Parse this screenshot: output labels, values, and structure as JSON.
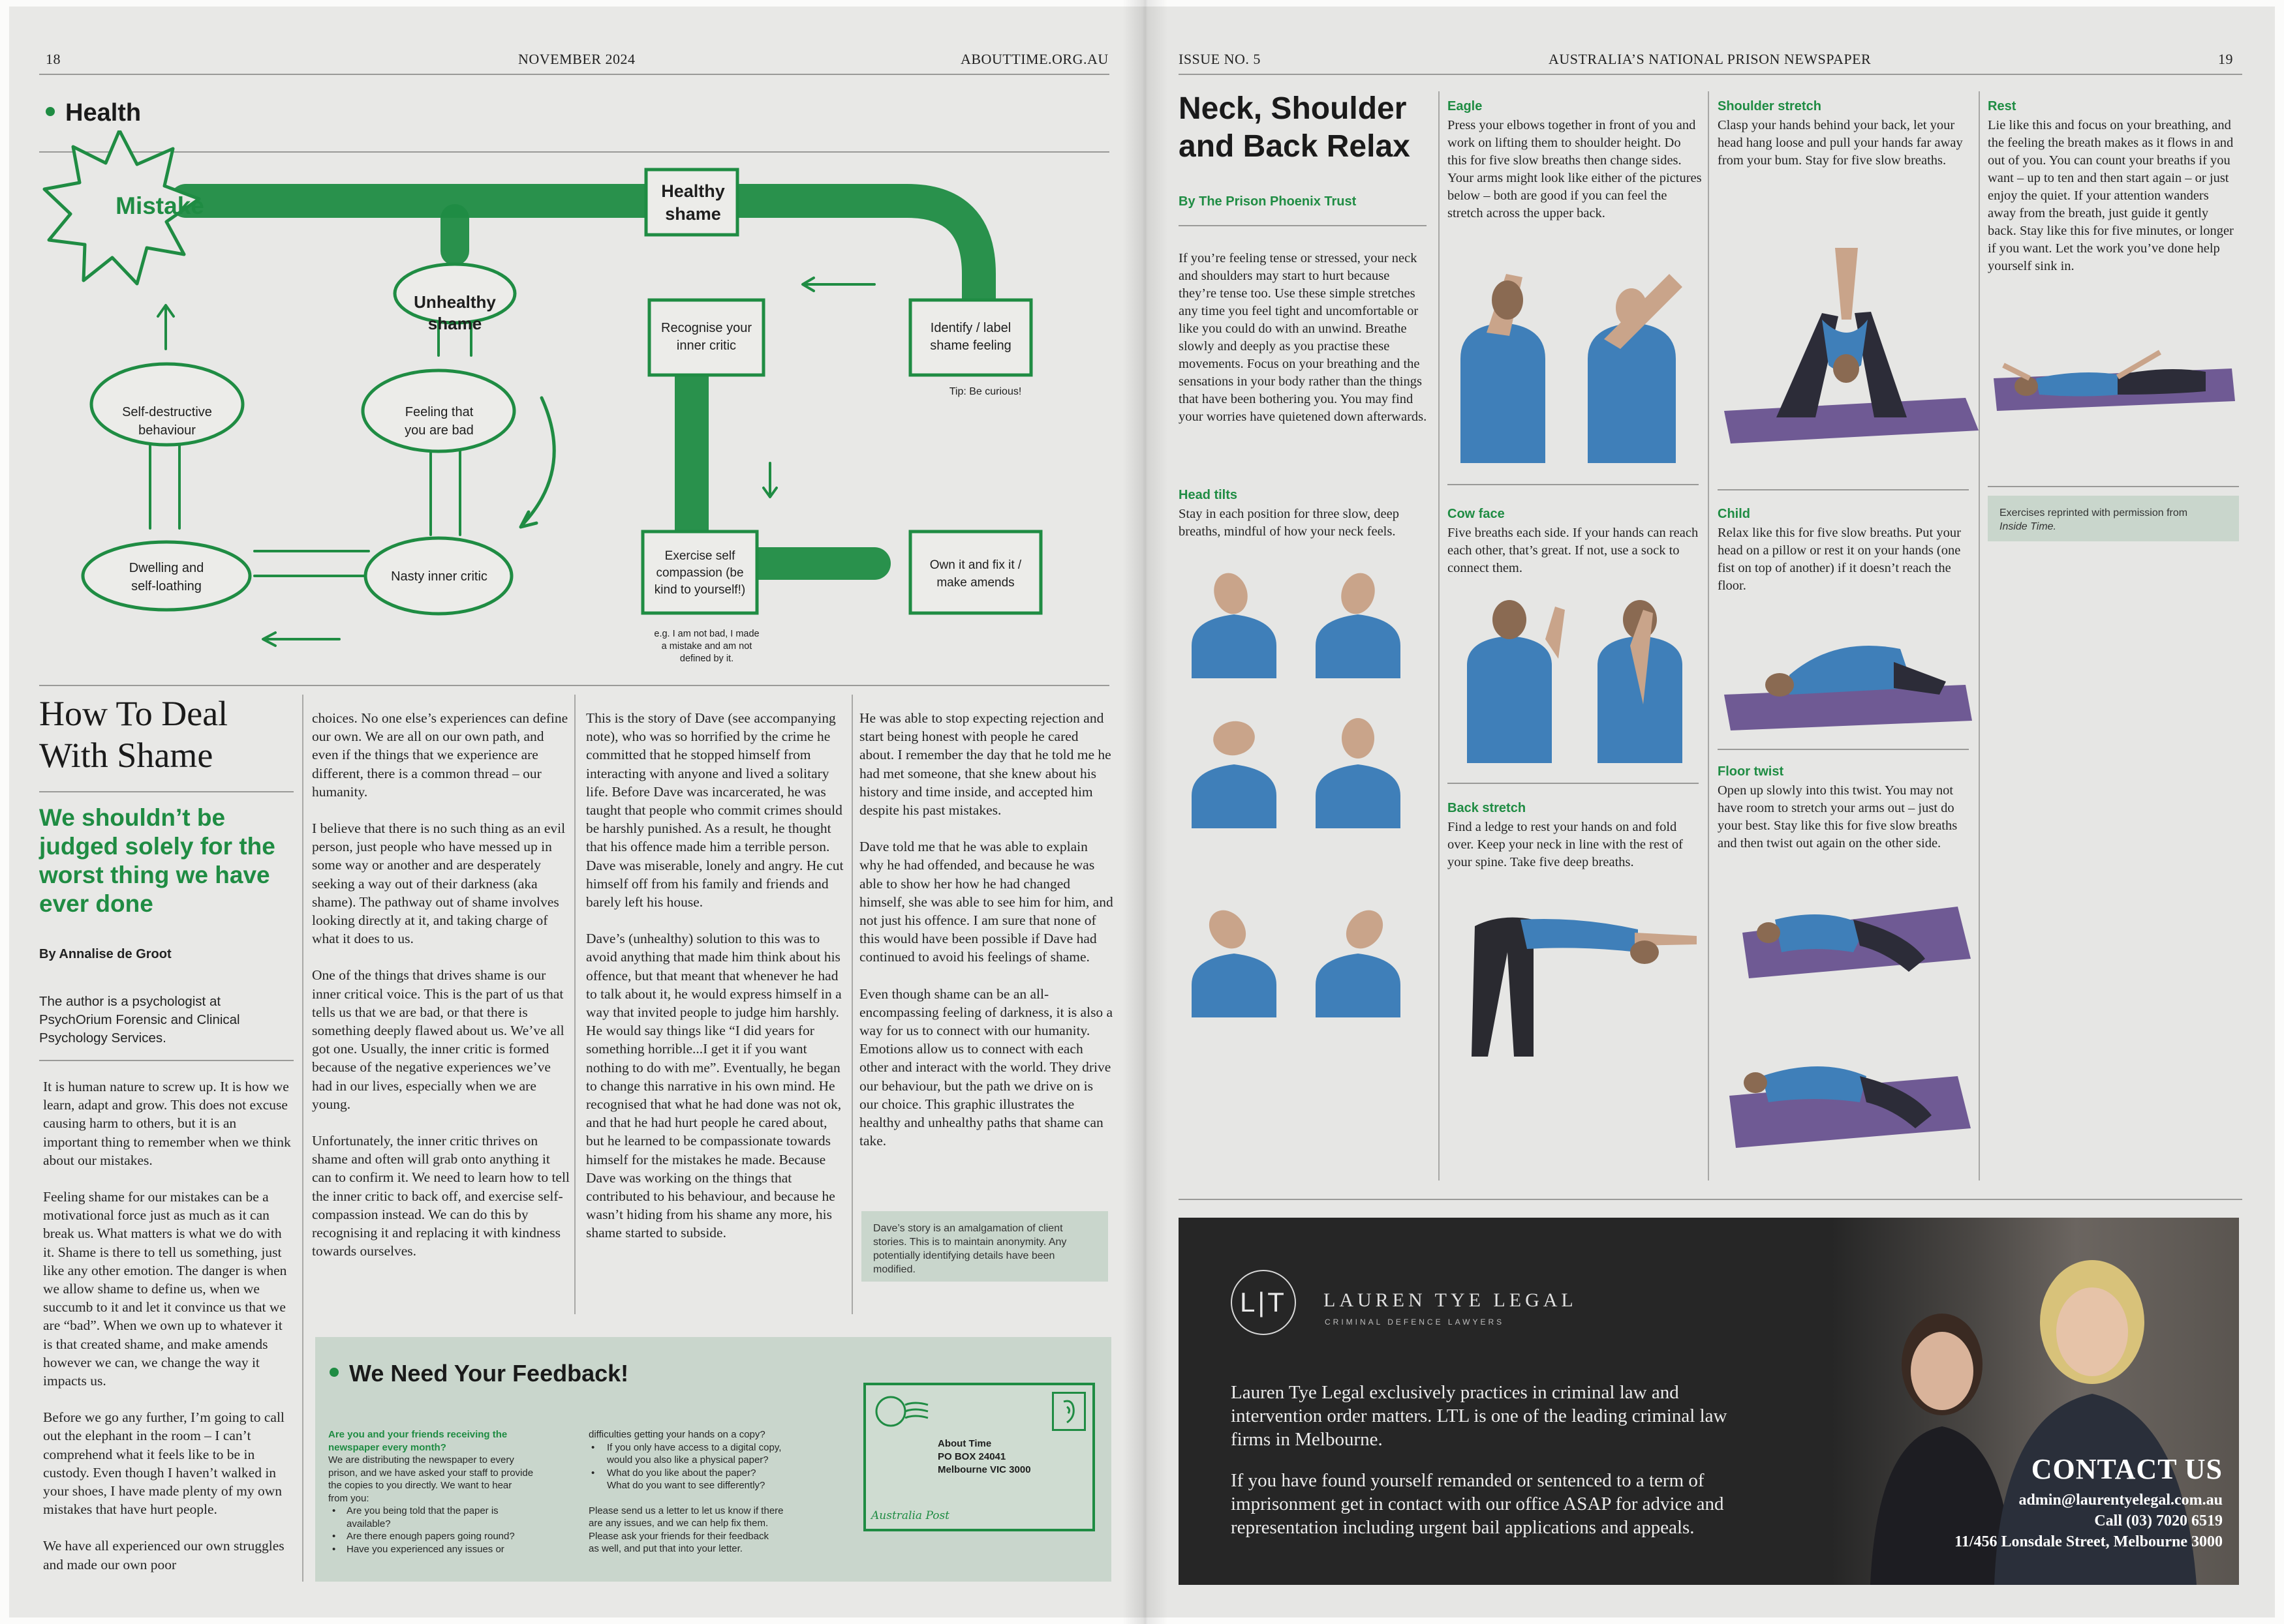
{
  "left_page": {
    "page_number": "18",
    "date": "NOVEMBER 2024",
    "website": "ABOUTTIME.ORG.AU",
    "section": "Health",
    "diagram": {
      "nodes": {
        "mistake": "Mistake",
        "healthy_shame": [
          "Healthy",
          "shame"
        ],
        "unhealthy_shame": [
          "Unhealthy",
          "shame"
        ],
        "self_destructive": [
          "Self-destructive",
          "behaviour"
        ],
        "feeling_bad": [
          "Feeling that",
          "you are bad"
        ],
        "dwelling": [
          "Dwelling and",
          "self-loathing"
        ],
        "nasty_critic": "Nasty inner critic",
        "recognise": [
          "Recognise your",
          "inner critic"
        ],
        "identify": [
          "Identify / label",
          "shame feeling"
        ],
        "tip": "Tip: Be curious!",
        "self_compassion": [
          "Exercise self",
          "compassion (be",
          "kind to yourself!)"
        ],
        "own_it": [
          "Own it and fix it /",
          "make amends"
        ],
        "example": [
          "e.g. I am not bad, I made",
          "a  mistake  and  am  not",
          "defined by it."
        ]
      }
    },
    "article": {
      "headline": [
        "How To Deal",
        "With Shame"
      ],
      "deck": [
        "We shouldn’t be",
        "judged solely for the",
        "worst thing we have",
        "ever done"
      ],
      "byline": "By Annalise de Groot",
      "author_note": [
        "The author is a psychologist at",
        "PsychOrium Forensic and Clinical",
        "Psychology Services."
      ],
      "col1": [
        "It is human nature to screw up. It is how we learn, adapt and grow. This does not excuse causing harm to others, but it is an important thing to remember when we think about our mistakes.",
        "Feeling shame for our mistakes can be a motivational force just as much as it can break us. What matters is what we do with it. Shame is there to tell us something, just like any other emotion. The danger is when we allow shame to define us, when we succumb to it and let it convince us that we are “bad”. When we own up to whatever it is that created shame, and make amends however we can, we change the way it impacts us.",
        "Before we go any further, I’m going to call out the elephant in the room – I can’t comprehend what it feels like to be in custody. Even though I haven’t walked in your shoes, I have made plenty of my own mistakes that have hurt people.",
        "We have all experienced our own struggles and made our own poor"
      ],
      "col2": [
        "choices. No one else’s experiences can define our own. We are all on our own path, and even if the things that we experience are different, there is a common thread – our humanity.",
        "I believe that there is no such thing as an evil person, just people who have messed up in some way or another and are desperately seeking a way out of their darkness (aka shame). The pathway out of shame involves looking directly at it, and taking charge of what it does to us.",
        "One of the things that drives shame is our inner critical voice. This is the part of us that tells us that we are bad, or that there is something deeply flawed about us. We’ve all got one. Usually, the inner critic is formed because of the negative experiences we’ve had in our lives, especially when we are young.",
        "Unfortunately, the inner critic thrives on shame and often will grab onto anything it can to confirm it. We need to learn how to tell the inner critic to back off, and exercise self-compassion instead. We can do this by recognising it and replacing it with kindness towards ourselves."
      ],
      "col3": [
        "This is the story of Dave (see accompanying note), who was so horrified by the crime he committed that he stopped himself from interacting with anyone and lived a solitary life. Before Dave was incarcerated, he was taught that people who commit crimes should be harshly punished. As a result, he thought that his offence made him a terrible person. Dave was miserable, lonely and angry. He cut himself off from his family and friends and barely left his house.",
        "Dave’s (unhealthy) solution to this was to avoid anything that made him think about his offence, but that meant that whenever he had to talk about it, he would express himself in a way that invited people to judge him harshly. He would say things like “I did years for something horrible...I get it if you want nothing to do with me”. Eventually, he began to change this narrative in his own mind. He recognised that what he had done was not ok, and that he had hurt people he cared about, but he learned to be compassionate towards himself for the mistakes he made. Because Dave was working on the things that contributed to his behaviour, and because he wasn’t hiding from his shame any more, his shame started to subside."
      ],
      "col4": [
        "He was able to stop expecting rejection and start being honest with people he cared about. I remember the day that he told me he had met someone, that she knew about his history and time inside, and accepted him despite his past mistakes.",
        "Dave told me that he was able to explain why he had offended, and because he was able to show her how he had changed himself, she was able to see him for him, and not just his offence. I am sure that none of this would have been possible if Dave had continued to avoid his feelings of shame.",
        "Even though shame can be an all-encompassing feeling of darkness, it is also a way for us to connect with our humanity. Emotions allow us to connect with each other and interact with the world. They drive our behaviour, but the path we drive on is our choice. This graphic illustrates the healthy and unhealthy paths that shame can take."
      ],
      "dave_note": [
        "Dave’s story is an amalgamation of client",
        "stories. This is to maintain anonymity. Any",
        "potentially identifying details have been",
        "modified."
      ]
    },
    "feedback": {
      "title": "We Need Your Feedback!",
      "lead": [
        "Are you and your friends receiving the",
        "newspaper every month?"
      ],
      "intro": [
        "We are distributing the newspaper to every",
        "prison, and we have asked your staff to provide",
        "the copies to you directly. We want to hear",
        "from you:"
      ],
      "bullets_a": [
        "Are you being told that the paper is",
        "available?"
      ],
      "bullets_b": "Are there enough papers going round?",
      "bullets_c": "Have you experienced any issues or",
      "col2_first": "difficulties getting your hands on a copy?",
      "bullets_d": [
        "If you only have access to a digital copy,",
        "would you also like a physical paper?"
      ],
      "bullets_e": "What do you like about the paper?",
      "sub_e": "What do you want to see differently?",
      "closing": [
        "Please send us a letter to let us know if there",
        "are any issues, and we can help fix them.",
        "Please ask your friends for their feedback",
        "as well, and put that into your letter."
      ],
      "address": [
        "About Time",
        "PO BOX 24041",
        "Melbourne VIC 3000"
      ],
      "stamp_text": "Australia Post"
    }
  },
  "right_page": {
    "issue": "ISSUE NO. 5",
    "masthead": "AUSTRALIA’S NATIONAL PRISON NEWSPAPER",
    "page_number": "19",
    "headline": [
      "Neck, Shoulder",
      "and Back Relax"
    ],
    "byline": "By The Prison Phoenix Trust",
    "intro": "If you’re feeling tense or stressed, your neck and shoulders may start to hurt because they’re tense too. Use these simple stretches any time you feel tight and uncomfortable or like you could do with an unwind. Breathe slowly and deeply as you practise these movements. Focus on your breathing and the sensations in your body rather than the things that have been bothering you. You may find your worries have quietened down afterwards.",
    "exercises": {
      "head_tilts": {
        "title": "Head tilts",
        "text": "Stay in each position for three slow, deep breaths, mindful of how your neck feels."
      },
      "eagle": {
        "title": "Eagle",
        "text": "Press your elbows together in front of you and work on lifting them to shoulder height. Do this for five slow breaths then change sides. Your arms might look like either of the pictures below – both are good if you can feel the stretch across the upper back."
      },
      "cow_face": {
        "title": "Cow face",
        "text": "Five breaths each side. If your hands can reach each other, that’s great. If not, use a sock to connect them."
      },
      "back_stretch": {
        "title": "Back stretch",
        "text": "Find a ledge to rest your hands on and fold over. Keep your neck in line with the rest of your spine. Take five deep breaths."
      },
      "shoulder_stretch": {
        "title": "Shoulder stretch",
        "text": "Clasp your hands behind your back, let your head hang loose and pull your hands far away from your bum. Stay for five slow breaths."
      },
      "child": {
        "title": "Child",
        "text": "Relax like this for five slow breaths. Put your head on a pillow or rest it on your hands (one fist on top of another) if it doesn’t reach the floor."
      },
      "floor_twist": {
        "title": "Floor twist",
        "text": "Open up slowly into this twist. You may not have room to stretch your arms out – just do your best. Stay like this for five slow breaths and then twist out again on the other side."
      },
      "rest": {
        "title": "Rest",
        "text": "Lie like this and focus on your breathing, and the feeling the breath makes as it flows in and out of you. You can count your breaths if you want – up to ten and then start again – or just enjoy the quiet. If your attention wanders away from the breath, just guide it gently back. Stay like this for five minutes, or longer if you want. Let the work you’ve done help yourself sink in."
      }
    },
    "permission_note": [
      "Exercises reprinted with permission from",
      "Inside Time."
    ],
    "ad": {
      "logo_letters": "L|T",
      "firm": "LAUREN TYE LEGAL",
      "tagline": "CRIMINAL DEFENCE LAWYERS",
      "para1": [
        "Lauren Tye Legal exclusively practices in criminal law and",
        "intervention order matters. LTL is one of the leading criminal law",
        "firms in Melbourne."
      ],
      "para2": [
        "If you have found yourself remanded or sentenced to a term of",
        "imprisonment get in contact with our office ASAP for advice and",
        "representation including urgent bail applications and appeals."
      ],
      "contact_title": "CONTACT US",
      "email": "admin@laurentyelegal.com.au",
      "phone": "Call (03) 7020 6519",
      "address": "11/456 Lonsdale Street, Melbourne 3000"
    }
  },
  "colors": {
    "accent_green": "#1f8c43",
    "note_box": "#c9d6cc",
    "ad_bg": "#262626"
  }
}
